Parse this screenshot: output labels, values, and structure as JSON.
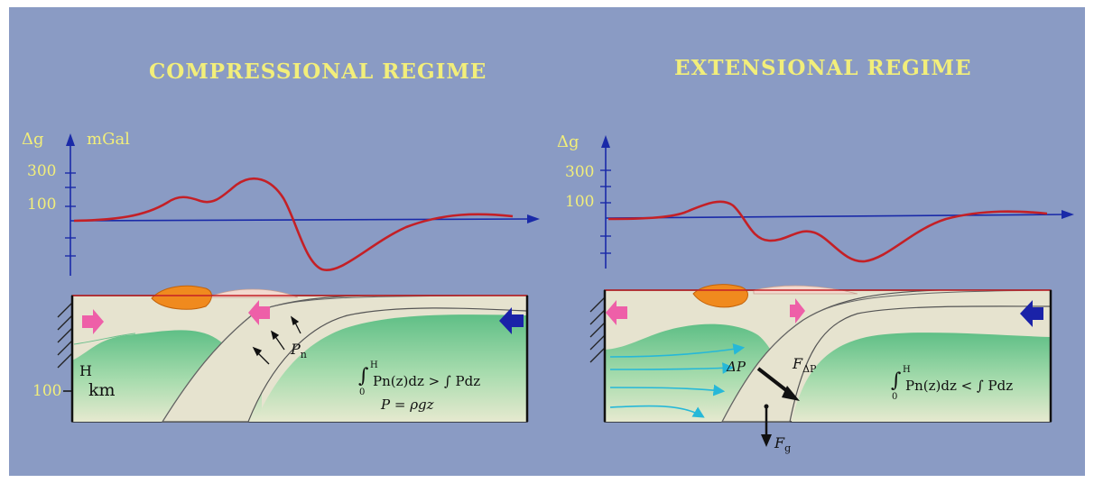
{
  "left": {
    "title": "COMPRESSIONAL   REGIME",
    "y_symbol": "Δg",
    "y_unit": "mGal",
    "ticks": [
      "300",
      "100"
    ],
    "depth_label_h": "H",
    "depth_label_km": "km",
    "depth_tick": "100",
    "pn_label": "P",
    "pn_sub": "n",
    "eq1": "Pn(z)dz > ∫ Pdz",
    "eq1_upper": "H",
    "eq1_lower": "0",
    "eq2": "P = ρgz"
  },
  "right": {
    "title": "EXTENSIONAL   REGIME",
    "y_symbol": "Δg",
    "ticks": [
      "300",
      "100"
    ],
    "dp_label": "ΔP",
    "fdp_label": "F",
    "fdp_sub": "ΔP",
    "fg_label": "F",
    "fg_sub": "g",
    "eq1": "Pn(z)dz < ∫ Pdz",
    "eq1_upper": "H",
    "eq1_lower": "0"
  },
  "colors": {
    "background": "#8a9bc4",
    "label_yellow": "#f2ee7a",
    "axis_blue": "#1a2aa8",
    "gravity_curve": "#c42026",
    "crust": "#e6e3cf",
    "mantle_green": "#8fcf9a",
    "melt_orange": "#f08a1e",
    "push_arrow_pink": "#ee5fa8",
    "push_arrow_blue": "#1a22a8",
    "flow_arrows": "#26b8d8"
  }
}
